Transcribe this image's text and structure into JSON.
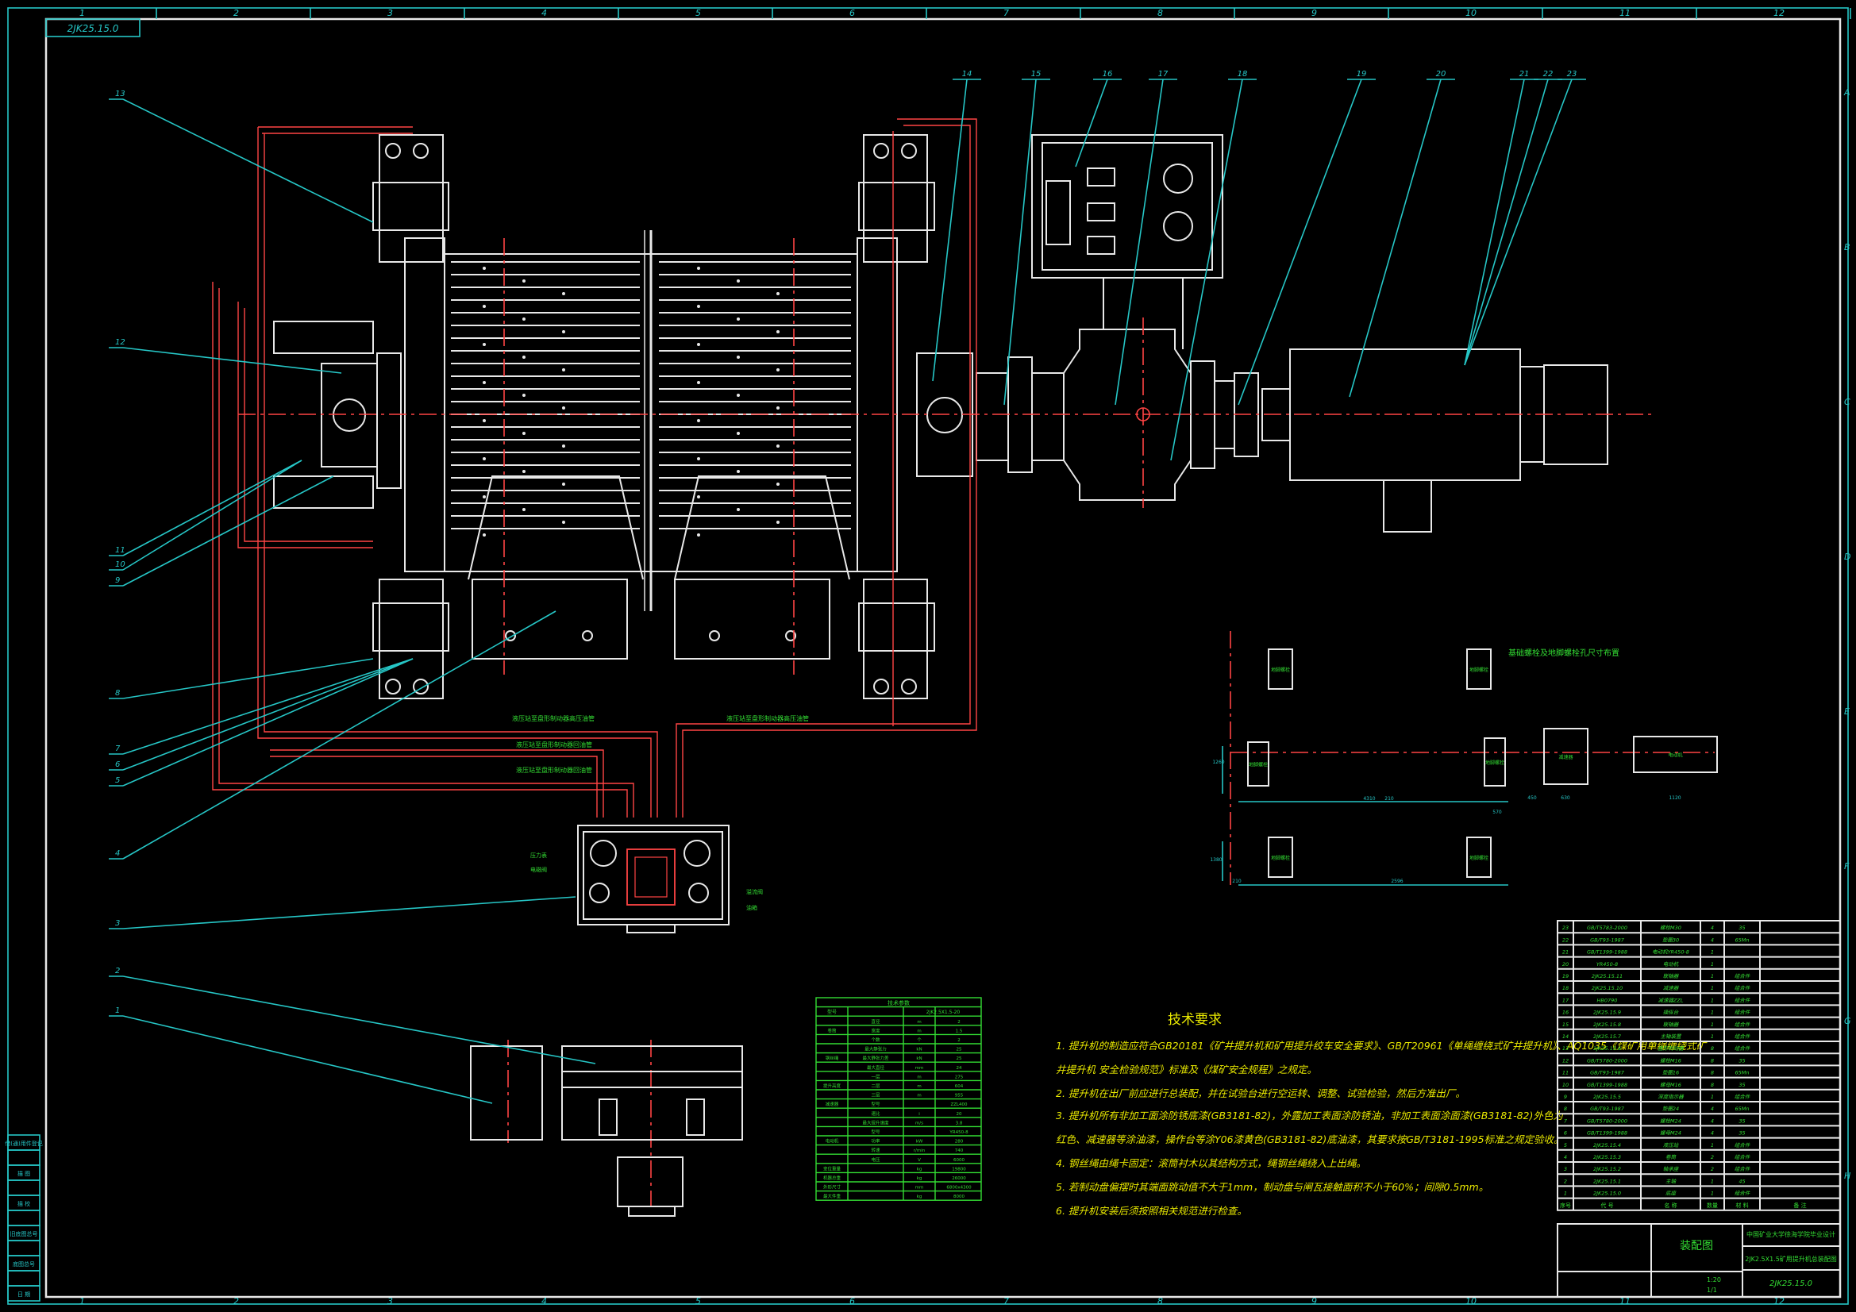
{
  "title_block": {
    "doc_code_topleft": "2JK25.15.0",
    "doc_code_bottom": "2JK25.15.0",
    "company": "中国矿业大学徐海学院毕业设计",
    "drawing_name": "2JK2.5X1.5矿用提升机总装配图",
    "material_box": "装配图",
    "sheet_note": "1/1",
    "scale_note": "1:20"
  },
  "grid": {
    "cols": [
      "1",
      "2",
      "3",
      "4",
      "5",
      "6",
      "7",
      "8",
      "9",
      "10",
      "11",
      "12"
    ],
    "rows": [
      "A",
      "B",
      "C",
      "D",
      "E",
      "F",
      "G",
      "H"
    ]
  },
  "callouts": [
    "13",
    "12",
    "11",
    "10",
    "9",
    "8",
    "7",
    "6",
    "5",
    "4",
    "3",
    "2",
    "1",
    "14",
    "15",
    "16",
    "17",
    "18",
    "19",
    "20",
    "21",
    "22",
    "23"
  ],
  "left_stamps": [
    "借(通)用件登记",
    "",
    "描 图",
    "",
    "描 校",
    "",
    "旧底图总号",
    "",
    "底图总号",
    "",
    "日 期"
  ],
  "pipes": {
    "p1": "液压站至盘形制动器高压油管",
    "p2": "液压站至盘形制动器高压油管",
    "p3": "液压站至盘形制动器回油管",
    "p4": "液压站至盘形制动器回油管"
  },
  "hydraulic_labels": [
    "压力表",
    "电磁阀",
    "溢流阀",
    "油箱"
  ],
  "foundation": {
    "title": "基础螺栓及地脚螺栓孔尺寸布置",
    "labels": [
      "地脚螺栓",
      "地脚螺栓",
      "地脚螺栓",
      "地脚螺栓",
      "地脚螺栓",
      "地脚螺栓",
      "减速器",
      "电动机"
    ],
    "dims": [
      "4310",
      "2596",
      "210",
      "1260",
      "1380",
      "570",
      "450",
      "630",
      "1120",
      "210"
    ]
  },
  "tech": {
    "heading": "技术要求",
    "items": [
      "1. 提升机的制造应符合GB20181《矿井提升机和矿用提升绞车安全要求》、GB/T20961《单绳缠绕式矿井提升机》、AQ1035《煤矿用单绳缠绕式矿",
      "井提升机 安全检验规范》标准及《煤矿安全规程》之规定。",
      "2. 提升机在出厂前应进行总装配，并在试验台进行空运转、调整、试验检验，然后方准出厂。",
      "3. 提升机所有非加工面涂防锈底漆(GB3181-82)，外露加工表面涂防锈油，非加工表面涂面漆(GB3181-82)外色为",
      "红色、减速器等涂油漆，操作台等涂Y06漆黄色(GB3181-82)底油漆，其要求按GB/T3181-1995标准之规定验收。",
      "4. 钢丝绳由绳卡固定：滚筒衬木以其结构方式，绳钢丝绳绕入上出绳。",
      "5. 若制动盘偏摆时其端面跳动值不大于1mm，制动盘与闸瓦接触面积不小于60%；间隙0.5mm。",
      "6. 提升机安装后须按照相关规范进行检查。"
    ]
  },
  "spec_table": {
    "title": "技术参数",
    "header": [
      "型号",
      "",
      "2JK2.5X1.5-20"
    ],
    "rows": [
      [
        "",
        "直径",
        "m",
        "2"
      ],
      [
        "卷筒",
        "宽度",
        "m",
        "1.5"
      ],
      [
        "",
        "个数",
        "个",
        "2"
      ],
      [
        "",
        "最大静张力",
        "kN",
        "25"
      ],
      [
        "钢丝绳",
        "最大静张力差",
        "kN",
        "25"
      ],
      [
        "",
        "最大直径",
        "mm",
        "24"
      ],
      [
        "",
        "一层",
        "m",
        "275"
      ],
      [
        "提升高度",
        "二层",
        "m",
        "604"
      ],
      [
        "",
        "三层",
        "m",
        "955"
      ],
      [
        "减速器",
        "型号",
        "",
        "ZZL400"
      ],
      [
        "",
        "速比",
        "i",
        "20"
      ],
      [
        "",
        "最大提升速度",
        "m/s",
        "3.8"
      ],
      [
        "",
        "型号",
        "",
        "YR450-8"
      ],
      [
        "电动机",
        "功率",
        "kW",
        "280"
      ],
      [
        "",
        "转速",
        "r/min",
        "740"
      ],
      [
        "",
        "电压",
        "V",
        "6000"
      ],
      [
        "变位重量",
        "",
        "kg",
        "19800"
      ],
      [
        "机器总重",
        "",
        "kg",
        "26000"
      ],
      [
        "外形尺寸",
        "",
        "mm",
        "6800x4300"
      ],
      [
        "最大件重",
        "",
        "kg",
        "8000"
      ]
    ]
  },
  "bom": {
    "header": [
      "序号",
      "代 号",
      "名 称",
      "数量",
      "材 料",
      "备 注"
    ],
    "rows": [
      [
        "23",
        "GB/T5783-2000",
        "螺栓M30",
        "4",
        "35",
        ""
      ],
      [
        "22",
        "GB/T93-1987",
        "垫圈30",
        "4",
        "65Mn",
        ""
      ],
      [
        "21",
        "GB/T1399-1988",
        "电动机YR450-8",
        "1",
        "",
        ""
      ],
      [
        "20",
        "YR450-8",
        "电动机",
        "1",
        "",
        ""
      ],
      [
        "19",
        "2JK25.15.11",
        "联轴器",
        "1",
        "组合件",
        ""
      ],
      [
        "18",
        "2JK25.15.10",
        "减速器",
        "1",
        "组合件",
        ""
      ],
      [
        "17",
        "HB0790",
        "减速器ZZL",
        "1",
        "组合件",
        ""
      ],
      [
        "16",
        "2JK25.15.9",
        "操纵台",
        "1",
        "组合件",
        ""
      ],
      [
        "15",
        "2JK25.15.8",
        "联轴器",
        "1",
        "组合件",
        ""
      ],
      [
        "14",
        "2JK25.15.7",
        "主轴装置",
        "1",
        "组合件",
        ""
      ],
      [
        "13",
        "2JK25.15.6",
        "盘形制动器",
        "8",
        "组合件",
        ""
      ],
      [
        "12",
        "GB/T5780-2000",
        "螺栓M16",
        "8",
        "35",
        ""
      ],
      [
        "11",
        "GB/T93-1987",
        "垫圈16",
        "8",
        "65Mn",
        ""
      ],
      [
        "10",
        "GB/T1399-1988",
        "螺母M16",
        "8",
        "35",
        ""
      ],
      [
        "9",
        "2JK25.15.5",
        "深度指示器",
        "1",
        "组合件",
        ""
      ],
      [
        "8",
        "GB/T93-1987",
        "垫圈24",
        "4",
        "65Mn",
        ""
      ],
      [
        "7",
        "GB/T5780-2000",
        "螺栓M24",
        "4",
        "35",
        ""
      ],
      [
        "6",
        "GB/T1399-1988",
        "螺母M24",
        "4",
        "35",
        ""
      ],
      [
        "5",
        "2JK25.15.4",
        "液压站",
        "1",
        "组合件",
        ""
      ],
      [
        "4",
        "2JK25.15.3",
        "卷筒",
        "2",
        "组合件",
        ""
      ],
      [
        "3",
        "2JK25.15.2",
        "轴承座",
        "2",
        "组合件",
        ""
      ],
      [
        "2",
        "2JK25.15.1",
        "主轴",
        "1",
        "45",
        ""
      ],
      [
        "1",
        "2JK25.15.0",
        "底座",
        "1",
        "组合件",
        ""
      ]
    ]
  }
}
